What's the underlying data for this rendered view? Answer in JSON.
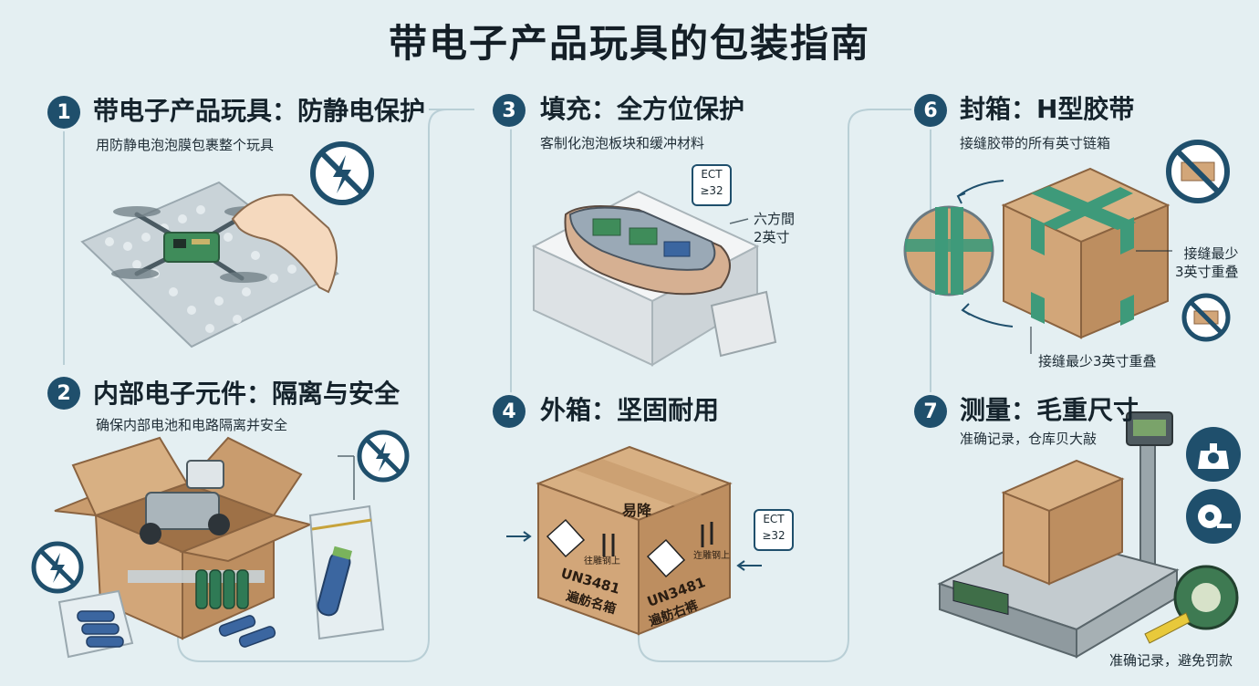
{
  "title": "带电子产品玩具的包装指南",
  "steps": [
    {
      "num": "1",
      "title": "带电子产品玩具：防静电保护",
      "subtitle": "用防静电泡泡膜包裹整个玩具"
    },
    {
      "num": "2",
      "title": "内部电子元件：隔离与安全",
      "subtitle": "确保内部电池和电路隔离并安全"
    },
    {
      "num": "3",
      "title": "填充：全方位保护",
      "subtitle": "客制化泡泡板块和缓冲材料"
    },
    {
      "num": "4",
      "title": "外箱：坚固耐用",
      "subtitle": ""
    },
    {
      "num": "6",
      "title": "封箱：H型胶带",
      "subtitle": "接缝胶带的所有英寸链箱"
    },
    {
      "num": "7",
      "title": "测量：毛重尺寸",
      "subtitle": "准确记录，仓库贝大敲"
    }
  ],
  "labels": {
    "ect_badge_line1": "ECT",
    "ect_badge_line2": "≥32",
    "six_sides_line1": "六方間",
    "six_sides_line2": "2英寸",
    "fragile": "易降",
    "un_code": "UN3481",
    "box_text_left": "遍舫名箱",
    "box_text_right": "遍舫右裤",
    "arrow_text_left": "往雕钢上",
    "arrow_text_right": "迮雕钢上",
    "overlap_line1": "接缝最少",
    "overlap_line2": "3英寸重叠",
    "overlap_bottom": "接缝最少3英寸重叠",
    "final_note": "准确记录，避免罚款"
  },
  "colors": {
    "navy": "#1f4f6c",
    "cardboard": "#d2a679",
    "cardboard_dark": "#b8875a",
    "green_tape": "#3e9a7a",
    "foam": "#e9ecee",
    "background": "#e4eff2"
  },
  "icons": [
    "no-static-icon",
    "no-tape-icon",
    "scale-icon",
    "tape-measure-icon"
  ]
}
